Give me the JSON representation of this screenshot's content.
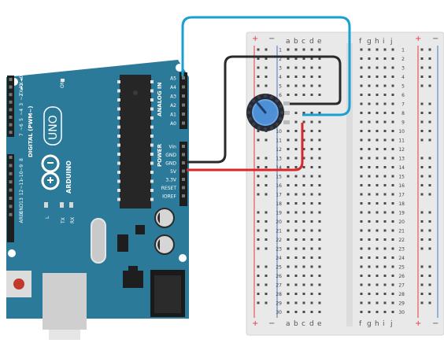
{
  "arduino": {
    "digital_pins": [
      "RX◄0",
      "TX►1",
      "~2",
      "3",
      "~4",
      "5",
      "~6",
      "7",
      "8",
      "~9",
      "~10",
      "~11",
      "12",
      "13",
      "GND",
      "AREF"
    ],
    "digital_label": "DIGITAL (PWM~)",
    "analog_pins": [
      "A5",
      "A4",
      "A3",
      "A2",
      "A1",
      "A0"
    ],
    "analog_label": "ANALOG IN",
    "power_pins": [
      "Vin",
      "GND",
      "GND",
      "5V",
      "3.3V",
      "RESET",
      "IOREF"
    ],
    "power_label": "POWER",
    "brand": "ARDUINO",
    "model": "UNO",
    "on_label": "ON",
    "l_label": "L",
    "tx_label": "TX",
    "rx_label": "RX"
  },
  "breadboard": {
    "columns_left": [
      "a",
      "b",
      "c",
      "d",
      "e"
    ],
    "columns_right": [
      "f",
      "g",
      "h",
      "i",
      "j"
    ],
    "plus": "+",
    "minus": "−",
    "row_numbers": [
      "1",
      "2",
      "3",
      "4",
      "5",
      "6",
      "7",
      "8",
      "9",
      "10",
      "11",
      "12",
      "13",
      "14",
      "15",
      "16",
      "17",
      "18",
      "19",
      "20",
      "21",
      "22",
      "23",
      "24",
      "25",
      "26",
      "27",
      "28",
      "29",
      "30"
    ]
  },
  "colors": {
    "board": "#2c7a99",
    "breadboard": "#e9e9e9",
    "wire_blue": "#1a9fd0",
    "wire_black": "#2a2a2a",
    "wire_red": "#d8262b",
    "rail_red": "#e23a3a",
    "rail_blue": "#3d78c4"
  }
}
